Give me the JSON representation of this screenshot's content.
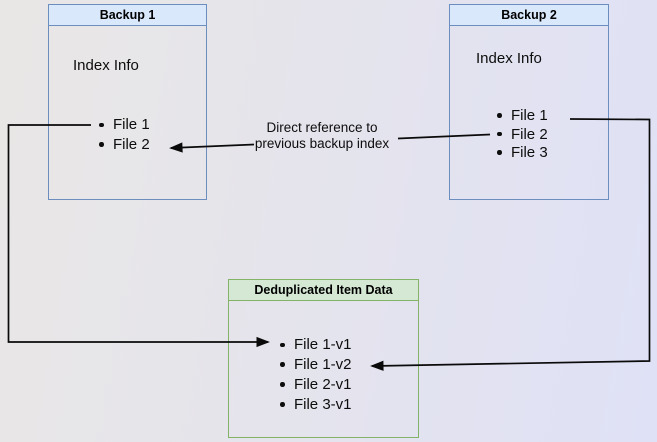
{
  "diagram": {
    "backup1": {
      "title": "Backup 1",
      "subtitle": "Index Info",
      "items": [
        "File 1",
        "File 2"
      ]
    },
    "backup2": {
      "title": "Backup 2",
      "subtitle": "Index Info",
      "items": [
        "File 1",
        "File 2",
        "File 3"
      ]
    },
    "dedup": {
      "title": "Deduplicated Item Data",
      "items": [
        "File 1-v1",
        "File 1-v2",
        "File 2-v1",
        "File 3-v1"
      ]
    },
    "edge_label": {
      "line1": "Direct reference to",
      "line2": "previous backup index"
    }
  },
  "colors": {
    "backup_node_fill": "#dae8fc",
    "backup_node_border": "#6c8ebf",
    "dedup_node_fill": "#d5e8d4",
    "dedup_node_border": "#82b366",
    "connector": "#0a0a0a",
    "background_left": "#e9e7e5",
    "background_right": "#dfe1f6"
  }
}
